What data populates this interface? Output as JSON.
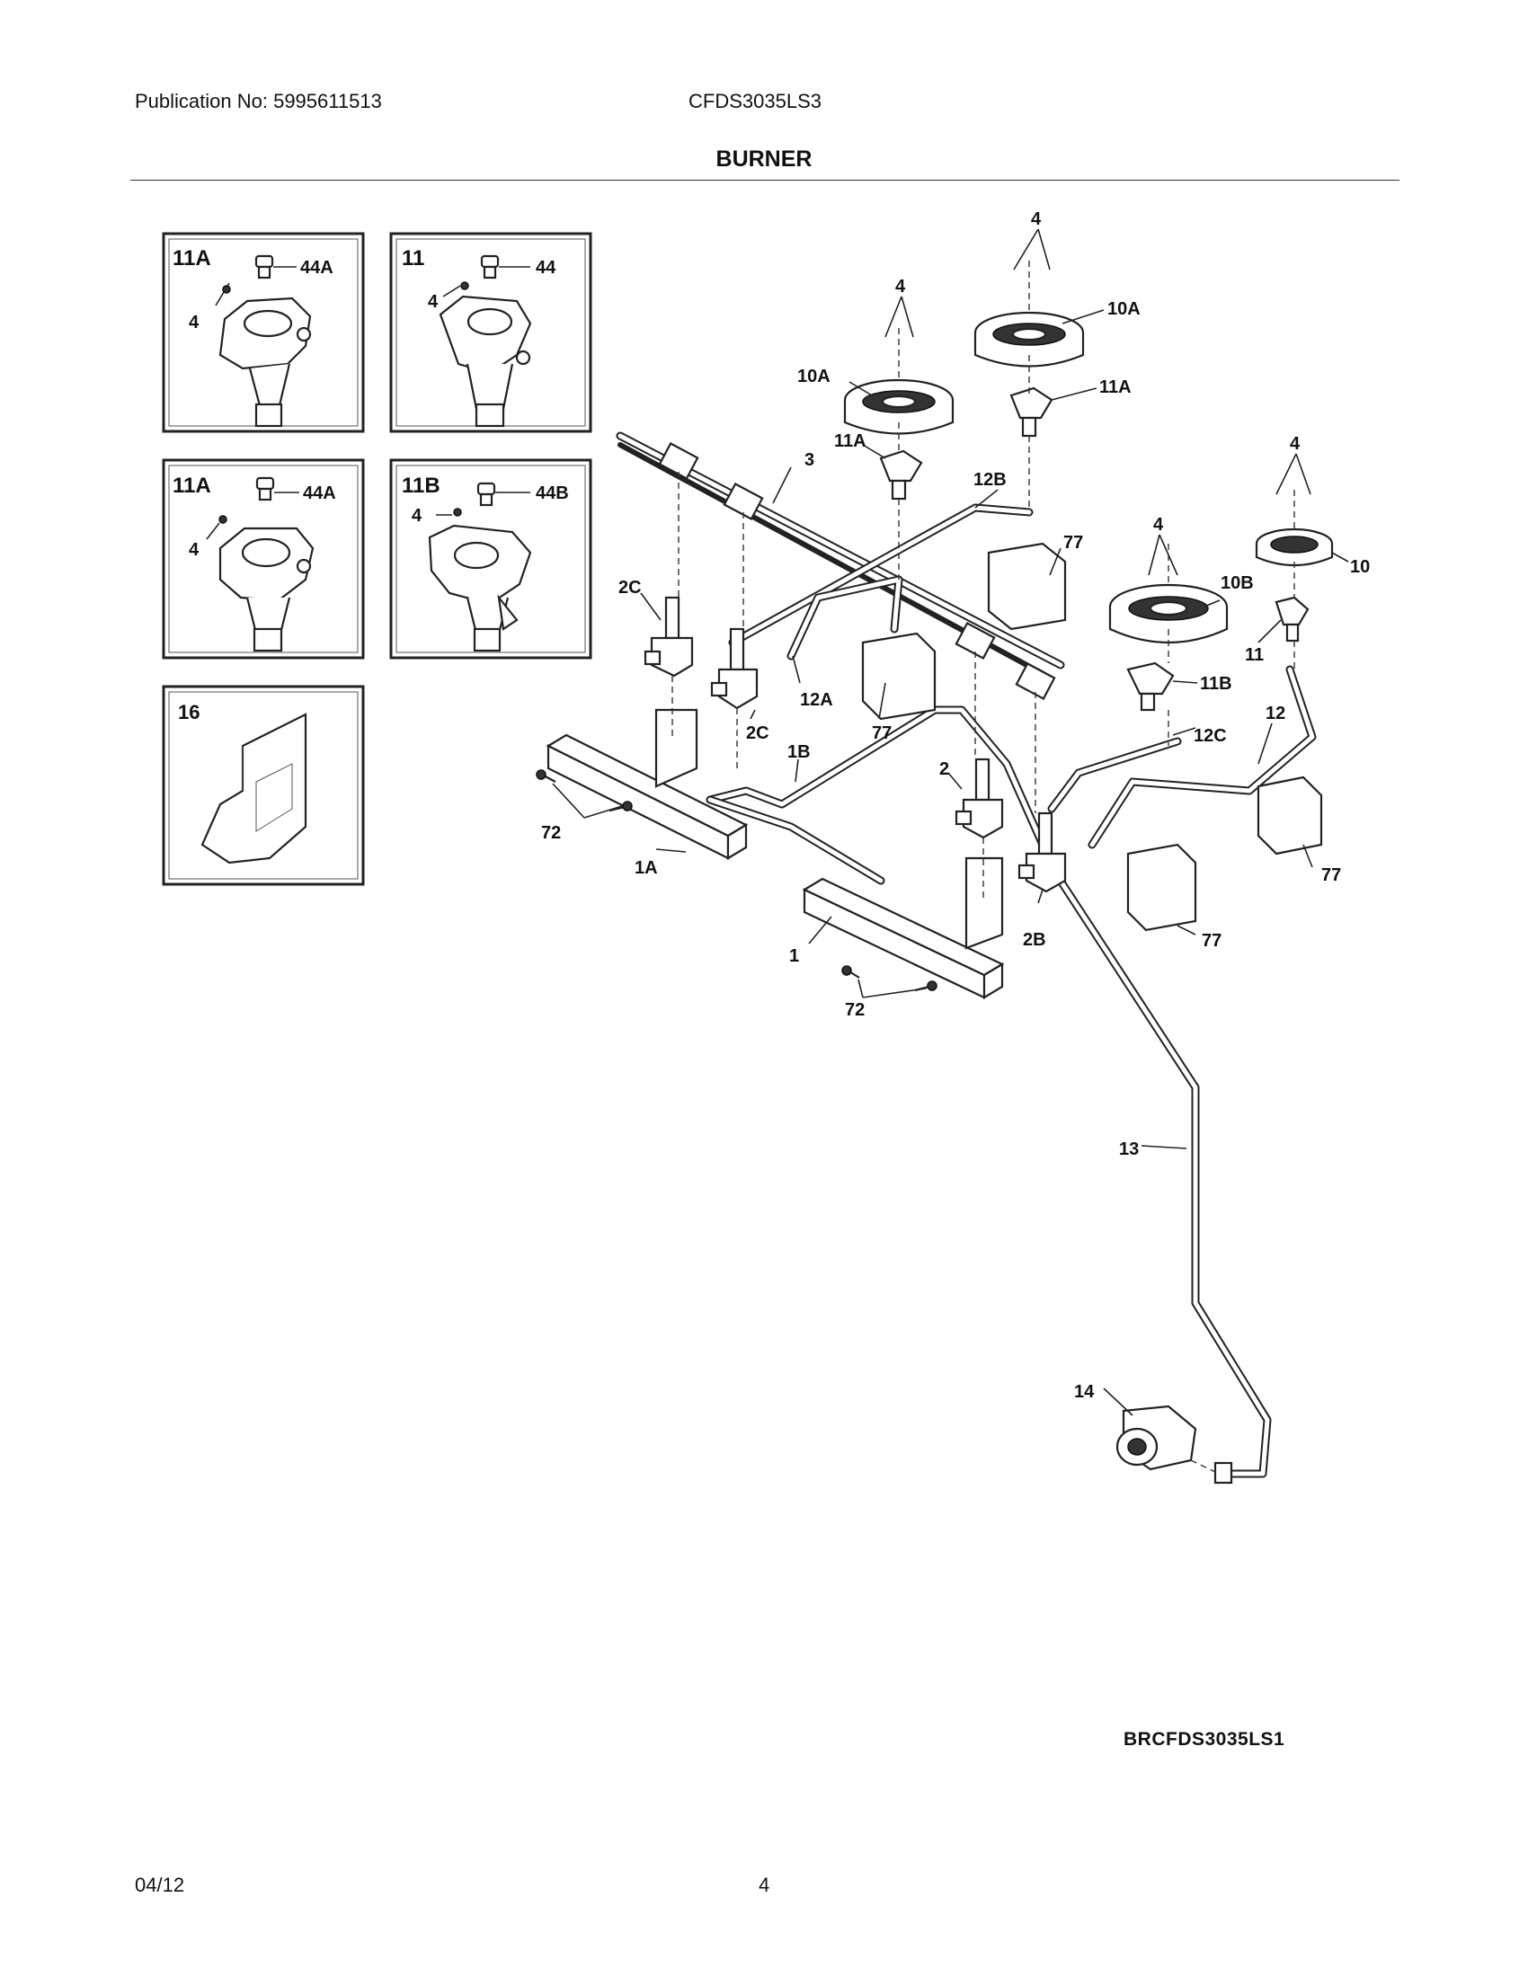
{
  "header": {
    "publication": "Publication No: 5995611513",
    "model": "CFDS3035LS3"
  },
  "section_title": "BURNER",
  "insets": [
    {
      "label": "11A",
      "screw": "4",
      "plug": "44A"
    },
    {
      "label": "11",
      "screw": "4",
      "plug": "44"
    },
    {
      "label": "11A",
      "screw": "4",
      "plug": "44A"
    },
    {
      "label": "11B",
      "screw": "4",
      "plug": "44B"
    },
    {
      "label": "16"
    }
  ],
  "callouts": {
    "c4_top": "4",
    "c4_left": "4",
    "c10A_top": "10A",
    "c10A_left": "10A",
    "c11A_top": "11A",
    "c11A_left": "11A",
    "c3": "3",
    "c12B": "12B",
    "c77_a": "77",
    "c4_rb": "4",
    "c4_mid": "4",
    "c10": "10",
    "c10B": "10B",
    "c11": "11",
    "c11B": "11B",
    "c12C": "12C",
    "c12": "12",
    "c2C_a": "2C",
    "c2C_b": "2C",
    "c12A": "12A",
    "c77_b": "77",
    "c1B": "1B",
    "c2": "2",
    "c72_a": "72",
    "c1A": "1A",
    "c77_c": "77",
    "c77_d": "77",
    "c2B": "2B",
    "c1": "1",
    "c72_b": "72",
    "c13": "13",
    "c14": "14"
  },
  "reference": "BRCFDS3035LS1",
  "footer": {
    "date": "04/12",
    "page": "4"
  }
}
